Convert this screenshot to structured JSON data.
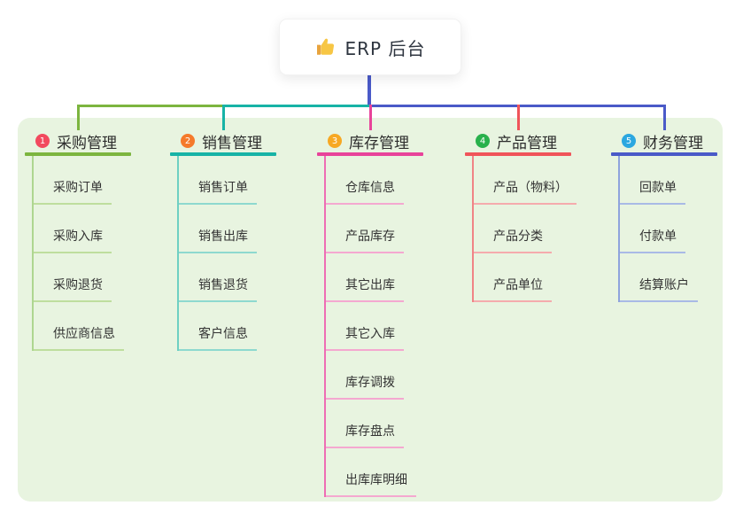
{
  "root": {
    "label": "ERP 后台",
    "icon": "thumbs-up-icon",
    "icon_color": "#f7c644",
    "icon_cuff_color": "#e8a33d",
    "trunk_color": "#4a5ac8"
  },
  "panel": {
    "background": "#e8f4e0"
  },
  "branches": [
    {
      "num": "1",
      "label": "采购管理",
      "color": "#7cb53f",
      "badge_color": "#f2495e",
      "branch_line_color": "#aed690",
      "item_underline_color": "#bede9e",
      "items": [
        "采购订单",
        "采购入库",
        "采购退货",
        "供应商信息"
      ]
    },
    {
      "num": "2",
      "label": "销售管理",
      "color": "#17b3a6",
      "badge_color": "#f57a2b",
      "branch_line_color": "#6fd0c3",
      "item_underline_color": "#8ed9cf",
      "items": [
        "销售订单",
        "销售出库",
        "销售退货",
        "客户信息"
      ]
    },
    {
      "num": "3",
      "label": "库存管理",
      "color": "#e8439a",
      "badge_color": "#f7a823",
      "branch_line_color": "#ee6db4",
      "item_underline_color": "#f4a8d0",
      "items": [
        "仓库信息",
        "产品库存",
        "其它出库",
        "其它入库",
        "库存调拨",
        "库存盘点",
        "出库库明细"
      ]
    },
    {
      "num": "4",
      "label": "产品管理",
      "color": "#f0545a",
      "badge_color": "#29b14c",
      "branch_line_color": "#f08486",
      "item_underline_color": "#f5abad",
      "items": [
        "产品（物料）",
        "产品分类",
        "产品单位"
      ]
    },
    {
      "num": "5",
      "label": "财务管理",
      "color": "#4a5ac8",
      "badge_color": "#2ba7e0",
      "branch_line_color": "#8fa4dd",
      "item_underline_color": "#a9bae6",
      "items": [
        "回款单",
        "付款单",
        "结算账户"
      ]
    }
  ]
}
